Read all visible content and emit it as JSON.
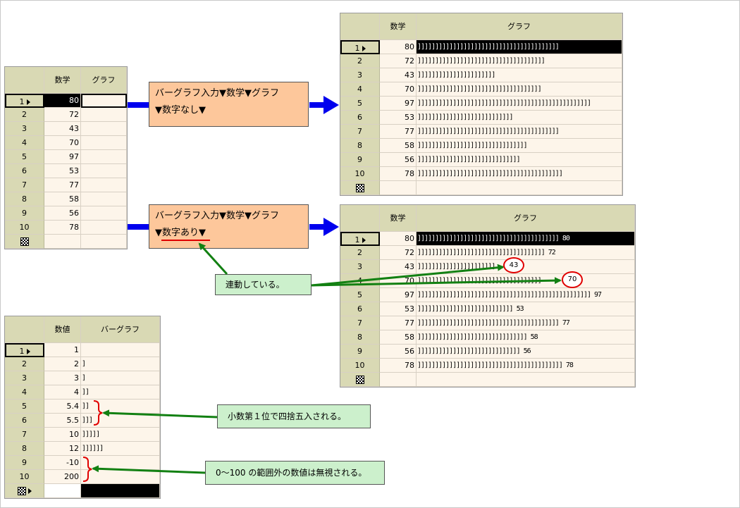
{
  "colors": {
    "header_bg": "#d9d9b4",
    "cell_bg": "#fdf5ea",
    "process_box": "#fdc79b",
    "note_box": "#ccf0cc",
    "blue_arrow": "#0000ee",
    "green_arrow": "#128012",
    "red_mark": "#e00000"
  },
  "icons": {
    "row_pointer": "triangle-right-icon",
    "new_row": "new-record-icon"
  },
  "table_input": {
    "headers": [
      "数学",
      "グラフ"
    ],
    "rows": [
      {
        "n": "1",
        "v": "80"
      },
      {
        "n": "2",
        "v": "72"
      },
      {
        "n": "3",
        "v": "43"
      },
      {
        "n": "4",
        "v": "70"
      },
      {
        "n": "5",
        "v": "97"
      },
      {
        "n": "6",
        "v": "53"
      },
      {
        "n": "7",
        "v": "77"
      },
      {
        "n": "8",
        "v": "58"
      },
      {
        "n": "9",
        "v": "56"
      },
      {
        "n": "10",
        "v": "78"
      }
    ]
  },
  "box_no_number": {
    "line1": "バーグラフ入力▼数学▼グラフ",
    "line2": "▼数字なし▼"
  },
  "box_with_number": {
    "line1": "バーグラフ入力▼数学▼グラフ",
    "line2": "▼数字あり▼"
  },
  "table_bars": {
    "headers": [
      "数学",
      "グラフ"
    ],
    "rows": [
      {
        "n": "1",
        "v": "80",
        "bar": "]]]]]]]]]]]]]]]]]]]]]]]]]]]]]]]]]]]]]]]]"
      },
      {
        "n": "2",
        "v": "72",
        "bar": "]]]]]]]]]]]]]]]]]]]]]]]]]]]]]]]]]]]]"
      },
      {
        "n": "3",
        "v": "43",
        "bar": "]]]]]]]]]]]]]]]]]]]]]]"
      },
      {
        "n": "4",
        "v": "70",
        "bar": "]]]]]]]]]]]]]]]]]]]]]]]]]]]]]]]]]]]"
      },
      {
        "n": "5",
        "v": "97",
        "bar": "]]]]]]]]]]]]]]]]]]]]]]]]]]]]]]]]]]]]]]]]]]]]]]]]]"
      },
      {
        "n": "6",
        "v": "53",
        "bar": "]]]]]]]]]]]]]]]]]]]]]]]]]]]"
      },
      {
        "n": "7",
        "v": "77",
        "bar": "]]]]]]]]]]]]]]]]]]]]]]]]]]]]]]]]]]]]]]]]"
      },
      {
        "n": "8",
        "v": "58",
        "bar": "]]]]]]]]]]]]]]]]]]]]]]]]]]]]]]]"
      },
      {
        "n": "9",
        "v": "56",
        "bar": "]]]]]]]]]]]]]]]]]]]]]]]]]]]]]"
      },
      {
        "n": "10",
        "v": "78",
        "bar": "]]]]]]]]]]]]]]]]]]]]]]]]]]]]]]]]]]]]]]]]]"
      }
    ]
  },
  "table_bars_num": {
    "headers": [
      "数学",
      "グラフ"
    ],
    "rows": [
      {
        "n": "1",
        "v": "80",
        "bar": "]]]]]]]]]]]]]]]]]]]]]]]]]]]]]]]]]]]]]]]] 80"
      },
      {
        "n": "2",
        "v": "72",
        "bar": "]]]]]]]]]]]]]]]]]]]]]]]]]]]]]]]]]]]] 72"
      },
      {
        "n": "3",
        "v": "43",
        "bar": "]]]]]]]]]]]]]]]]]]]]]]"
      },
      {
        "n": "4",
        "v": "70",
        "bar": "]]]]]]]]]]]]]]]]]]]]]]]]]]]]]]]]]]]"
      },
      {
        "n": "5",
        "v": "97",
        "bar": "]]]]]]]]]]]]]]]]]]]]]]]]]]]]]]]]]]]]]]]]]]]]]]]]] 97"
      },
      {
        "n": "6",
        "v": "53",
        "bar": "]]]]]]]]]]]]]]]]]]]]]]]]]]] 53"
      },
      {
        "n": "7",
        "v": "77",
        "bar": "]]]]]]]]]]]]]]]]]]]]]]]]]]]]]]]]]]]]]]]] 77"
      },
      {
        "n": "8",
        "v": "58",
        "bar": "]]]]]]]]]]]]]]]]]]]]]]]]]]]]]]] 58"
      },
      {
        "n": "9",
        "v": "56",
        "bar": "]]]]]]]]]]]]]]]]]]]]]]]]]]]]] 56"
      },
      {
        "n": "10",
        "v": "78",
        "bar": "]]]]]]]]]]]]]]]]]]]]]]]]]]]]]]]]]]]]]]]]] 78"
      }
    ]
  },
  "callout_43": "43",
  "callout_70": "70",
  "note_linked": "連動している。",
  "table_rounding": {
    "headers": [
      "数値",
      "バーグラフ"
    ],
    "rows": [
      {
        "n": "1",
        "v": "1",
        "bar": ""
      },
      {
        "n": "2",
        "v": "2",
        "bar": "]"
      },
      {
        "n": "3",
        "v": "3",
        "bar": "]"
      },
      {
        "n": "4",
        "v": "4",
        "bar": "]]"
      },
      {
        "n": "5",
        "v": "5.4",
        "bar": "]]"
      },
      {
        "n": "6",
        "v": "5.5",
        "bar": "]]]"
      },
      {
        "n": "7",
        "v": "10",
        "bar": "]]]]]"
      },
      {
        "n": "8",
        "v": "12",
        "bar": "]]]]]]"
      },
      {
        "n": "9",
        "v": "-10",
        "bar": ""
      },
      {
        "n": "10",
        "v": "200",
        "bar": ""
      }
    ]
  },
  "note_rounding": "小数第１位で四捨五入される。",
  "note_range": "0～100 の範囲外の数値は無視される。"
}
